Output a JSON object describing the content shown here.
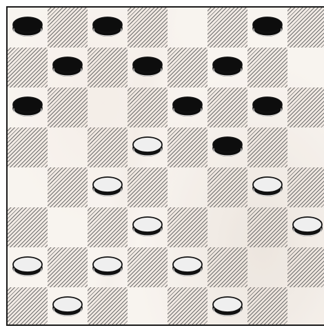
{
  "board": {
    "size": 8,
    "dark_square_pattern": "diagonal-hatch",
    "colors": {
      "black_piece": "#0d0d0d",
      "white_piece": "#efefef",
      "outline": "#111111"
    }
  },
  "pieces": [
    {
      "color": "black",
      "row": 0,
      "col": 0
    },
    {
      "color": "black",
      "row": 0,
      "col": 2
    },
    {
      "color": "black",
      "row": 0,
      "col": 6
    },
    {
      "color": "black",
      "row": 1,
      "col": 1
    },
    {
      "color": "black",
      "row": 1,
      "col": 3
    },
    {
      "color": "black",
      "row": 1,
      "col": 5
    },
    {
      "color": "black",
      "row": 2,
      "col": 0
    },
    {
      "color": "black",
      "row": 2,
      "col": 4
    },
    {
      "color": "black",
      "row": 2,
      "col": 6
    },
    {
      "color": "white",
      "row": 3,
      "col": 3
    },
    {
      "color": "black",
      "row": 3,
      "col": 5
    },
    {
      "color": "white",
      "row": 4,
      "col": 2
    },
    {
      "color": "white",
      "row": 4,
      "col": 6
    },
    {
      "color": "white",
      "row": 5,
      "col": 3
    },
    {
      "color": "white",
      "row": 5,
      "col": 7
    },
    {
      "color": "white",
      "row": 6,
      "col": 0
    },
    {
      "color": "white",
      "row": 6,
      "col": 2
    },
    {
      "color": "white",
      "row": 6,
      "col": 4
    },
    {
      "color": "white",
      "row": 7,
      "col": 1
    },
    {
      "color": "white",
      "row": 7,
      "col": 5
    }
  ]
}
